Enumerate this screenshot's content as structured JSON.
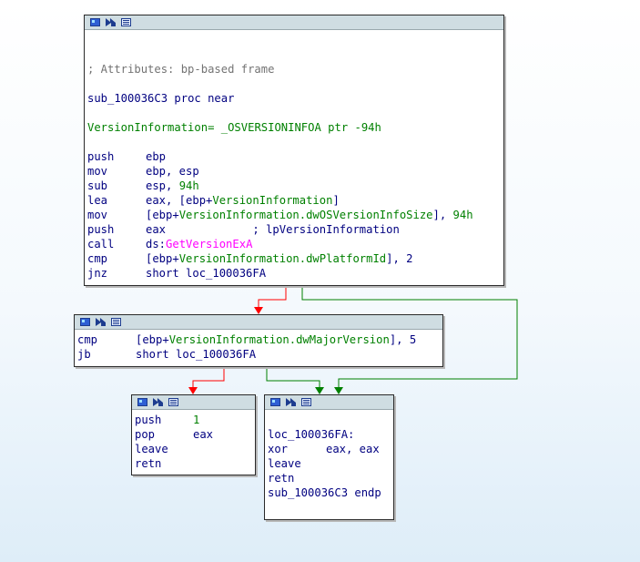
{
  "blocks": {
    "main": {
      "comment": "; Attributes: bp-based frame",
      "proc_name": "sub_100036C3",
      "proc_kw": "proc near",
      "var_name": "VersionInformation",
      "var_def": "= _OSVERSIONINFOA ptr -94h",
      "lines": [
        {
          "m": "push",
          "a": "ebp"
        },
        {
          "m": "mov",
          "a": "ebp, esp"
        },
        {
          "m": "sub",
          "a1": "esp, ",
          "a2": "94h"
        },
        {
          "m": "lea",
          "a1": "eax, [ebp+",
          "a2": "VersionInformation",
          "a3": "]"
        },
        {
          "m": "mov",
          "a1": "[ebp+",
          "a2": "VersionInformation.dwOSVersionInfoSize",
          "a3": "], ",
          "a4": "94h"
        },
        {
          "m": "push",
          "a1": "eax",
          "a2": "             ; lpVersionInformation"
        },
        {
          "m": "call",
          "a1": "ds:",
          "a2": "GetVersionExA"
        },
        {
          "m": "cmp",
          "a1": "[ebp+",
          "a2": "VersionInformation.dwPlatformId",
          "a3": "], 2"
        },
        {
          "m": "jnz",
          "a": "short loc_100036FA"
        }
      ]
    },
    "b2": {
      "lines": [
        {
          "m": "cmp",
          "a1": "[ebp+",
          "a2": "VersionInformation.dwMajorVersion",
          "a3": "], 5"
        },
        {
          "m": "jb",
          "a": "short loc_100036FA"
        }
      ]
    },
    "b3": {
      "lines": [
        {
          "m": "push",
          "a": "1"
        },
        {
          "m": "pop",
          "a": "eax"
        },
        {
          "m": "leave",
          "a": ""
        },
        {
          "m": "retn",
          "a": ""
        }
      ]
    },
    "b4": {
      "label": "loc_100036FA:",
      "lines": [
        {
          "m": "xor",
          "a": "eax, eax"
        },
        {
          "m": "leave",
          "a": ""
        },
        {
          "m": "retn",
          "a": ""
        }
      ],
      "endp": "sub_100036C3 endp"
    }
  },
  "colors": {
    "edge_false": "#ff0000",
    "edge_true": "#008000",
    "code": "#000080",
    "comment": "#737373",
    "name": "#008000",
    "import": "#ff00ff"
  }
}
